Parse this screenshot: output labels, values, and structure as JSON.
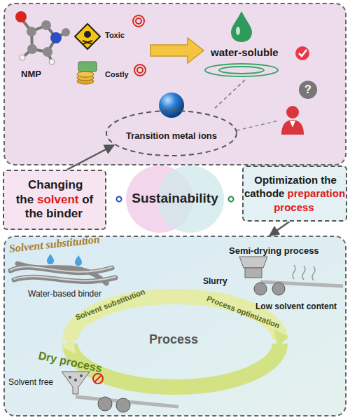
{
  "diagram": {
    "nodes": [
      {
        "text": [
          "NMP",
          "Toxic",
          "Costly",
          "water-soluble",
          "?"
        ]
      },
      {
        "text": [
          "Transition metal ions"
        ],
        "in": 0
      },
      {
        "text": [
          "Changing the",
          "solvent",
          "of the binder"
        ]
      },
      {
        "text": [
          "Sustainability"
        ]
      },
      {
        "text": [
          "Optimization the cathode",
          "preparation process"
        ]
      },
      {
        "text": [
          "Solvent substitution",
          "Water-based binder",
          "Semi-drying process",
          "Slurry",
          "Low solvent content",
          "Solvent substitution",
          "Process optimization",
          "Process",
          "Dry process",
          "Solvent free"
        ]
      }
    ],
    "edges": [
      {
        "from": 2,
        "to": 1,
        "arrow": "to"
      },
      {
        "from": 4,
        "to": 5,
        "arrow": "to"
      }
    ]
  }
}
